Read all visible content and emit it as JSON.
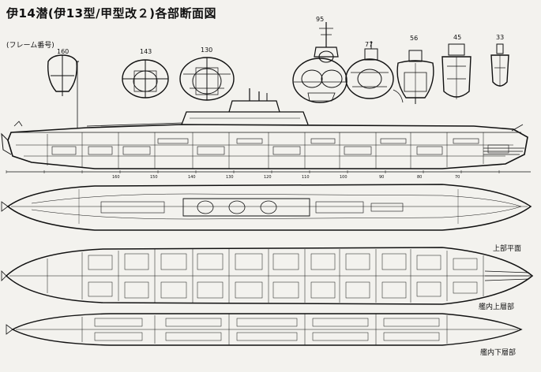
{
  "title": "伊14潜(伊13型/甲型改２)各部断面図",
  "frame_label": "(フレーム番号)",
  "cross_sections": [
    "160",
    "143",
    "130",
    "95",
    "77",
    "56",
    "45",
    "33"
  ],
  "ruler_ticks": [
    "70",
    "80",
    "90",
    "100",
    "110",
    "120",
    "130",
    "140",
    "150",
    "160"
  ],
  "views": {
    "plan": "上部平面",
    "upper_deck": "艦内上層部",
    "lower_deck": "艦内下層部"
  }
}
